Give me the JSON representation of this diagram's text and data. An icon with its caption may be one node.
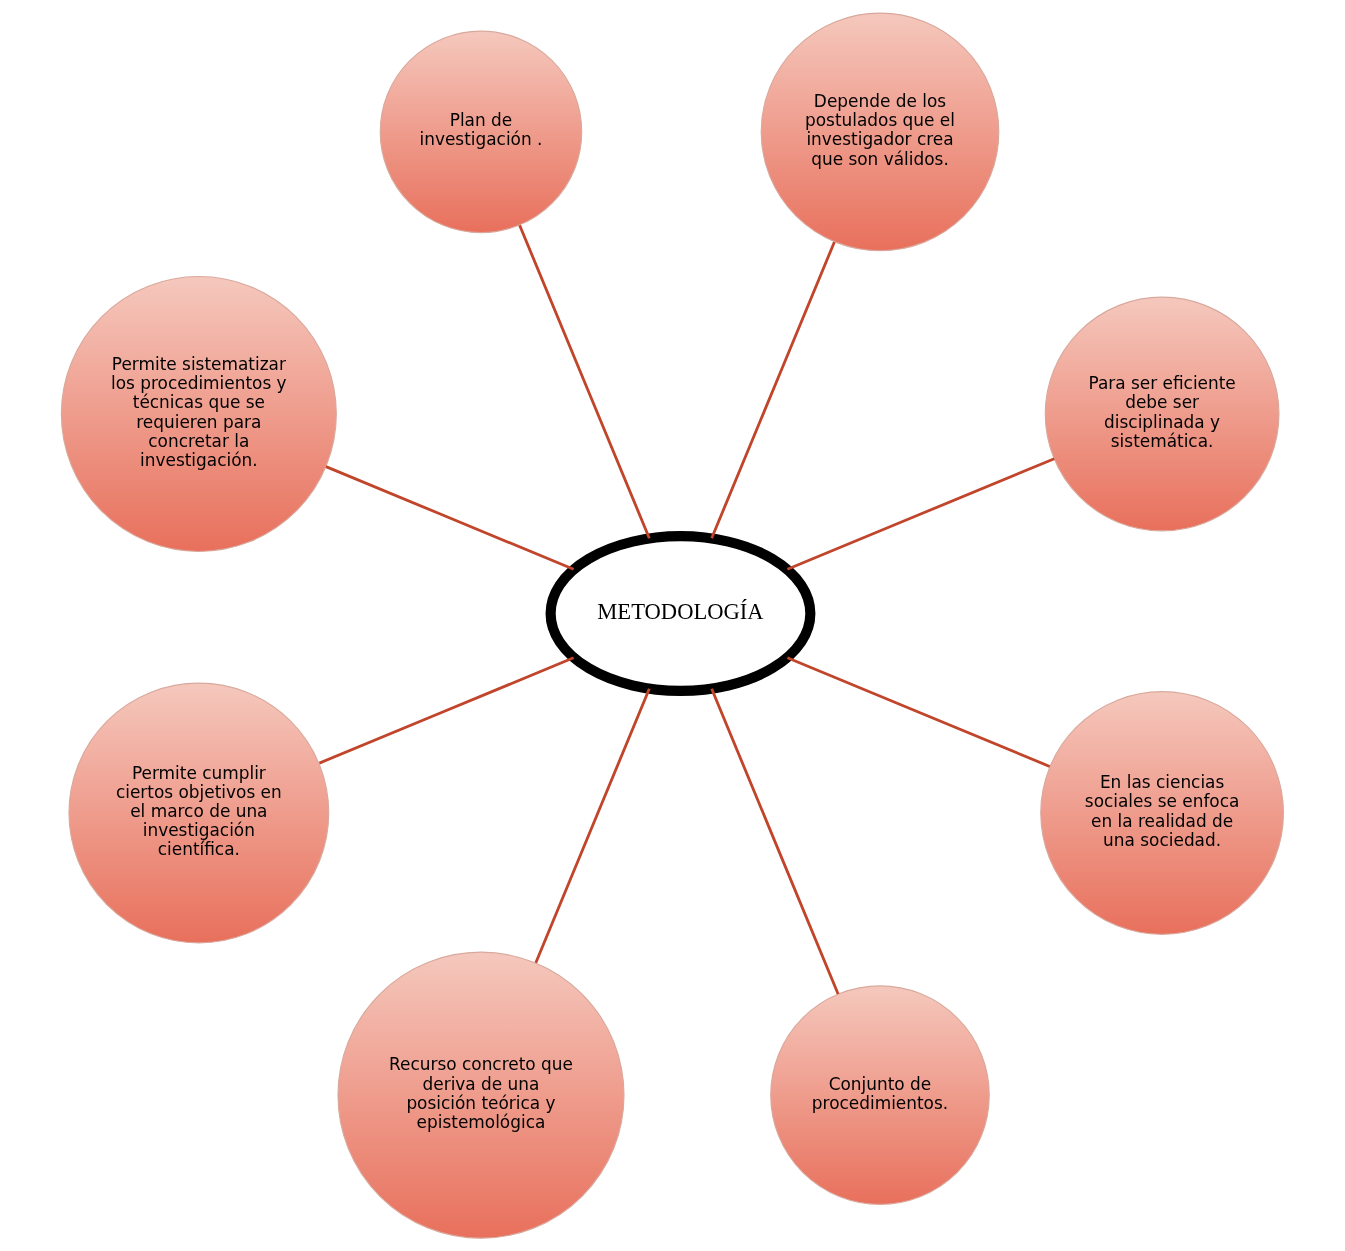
{
  "diagram": {
    "nodes": [
      {
        "text": [
          "Para ser eficiente debe ser disciplinada y sistemática."
        ]
      },
      {
        "text": [
          "Depende de los postulados que el investigador crea que son válidos."
        ]
      },
      {
        "text": [
          "Plan de investigación ."
        ]
      },
      {
        "text": [
          "Permite sistematizar los procedimientos y técnicas que se requieren para concretar la investigación."
        ]
      },
      {
        "text": [
          "METODOLOGÍA"
        ]
      },
      {
        "text": [
          "Permite cumplir ciertos objetivos en el marco de una investigación científica."
        ]
      },
      {
        "text": [
          "Recurso concreto que deriva de una posición teórica y epistemológica"
        ]
      },
      {
        "text": [
          "Conjunto de procedimientos."
        ]
      },
      {
        "text": [
          "En las ciencias sociales se enfoca en la realidad de una sociedad."
        ]
      }
    ],
    "edges": [
      {
        "from": 4,
        "to": 0,
        "arrow": "none"
      },
      {
        "from": 4,
        "to": 2,
        "arrow": "none"
      },
      {
        "from": 4,
        "to": 5,
        "arrow": "none"
      },
      {
        "from": 4,
        "to": 7,
        "arrow": "none"
      },
      {
        "from": 4,
        "to": 8,
        "arrow": "none"
      },
      {
        "from": 4,
        "to": 6,
        "arrow": "none"
      },
      {
        "from": 4,
        "to": 3,
        "arrow": "none"
      },
      {
        "from": 4,
        "to": 1,
        "arrow": "none"
      }
    ]
  }
}
